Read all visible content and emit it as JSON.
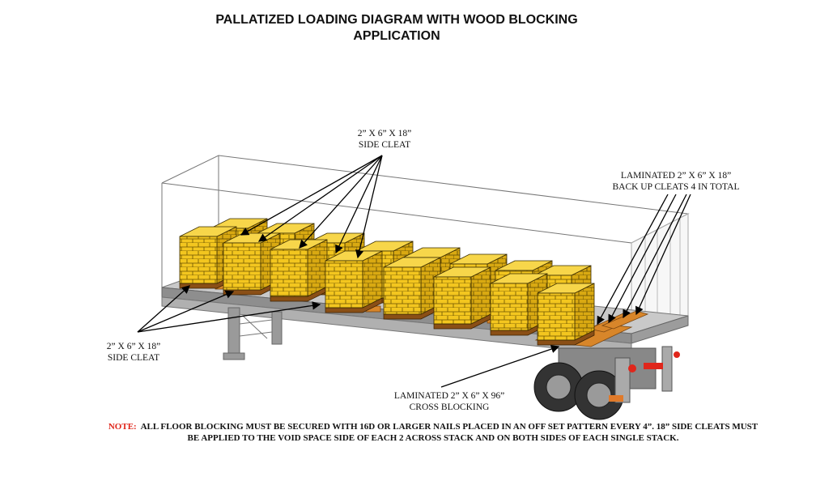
{
  "title": {
    "line1": "PALLATIZED LOADING DIAGRAM WITH WOOD BLOCKING",
    "line2": "APPLICATION"
  },
  "labels": {
    "top_cleat": {
      "line1": "2” X 6” X 18”",
      "line2": "SIDE CLEAT"
    },
    "left_cleat": {
      "line1": "2” X 6” X 18”",
      "line2": "SIDE CLEAT"
    },
    "backup_cleats": {
      "line1": "LAMINATED 2” X 6” X 18”",
      "line2": "BACK UP CLEATS 4 IN TOTAL"
    },
    "cross_blocking": {
      "line1": "LAMINATED 2” X 6” X 96”",
      "line2": "CROSS BLOCKING"
    }
  },
  "note": {
    "prefix": "NOTE:",
    "line1": "ALL FLOOR BLOCKING MUST BE  SECURED WITH 16D OR LARGER NAILS PLACED IN AN OFF SET PATTERN EVERY 4”.  18” SIDE CLEATS MUST",
    "line2": "BE APPLIED TO THE VOID SPACE SIDE OF EACH 2 ACROSS STACK AND ON BOTH SIDES OF EACH SINGLE STACK."
  },
  "colors": {
    "box_front": "#f3c61f",
    "box_side": "#d9a912",
    "box_top": "#f7d64a",
    "wood": "#d8862a",
    "deck": "#b5b5b5",
    "note_red": "#e0261b"
  }
}
